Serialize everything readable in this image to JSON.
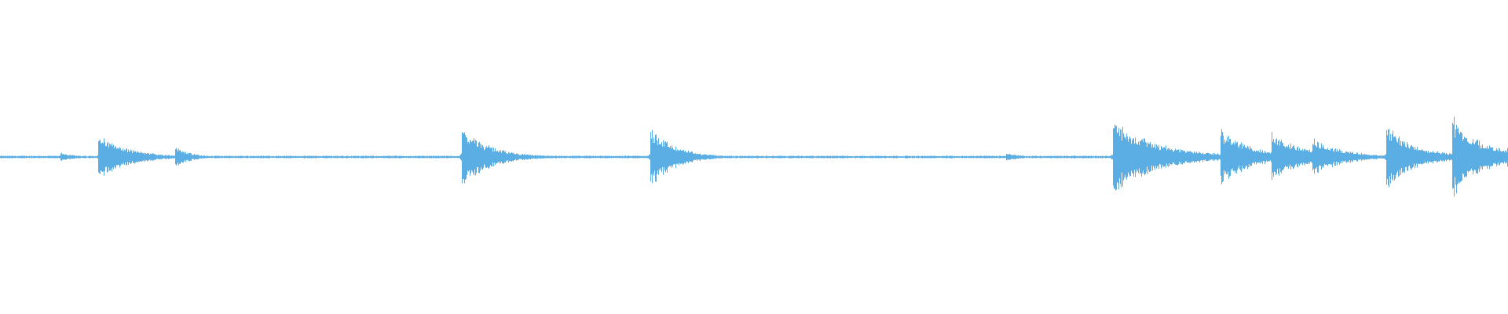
{
  "colors": {
    "background": "#ffffff",
    "waveform": "#5aaee3"
  },
  "chart_data": {
    "type": "area",
    "chart_kind": "audio-waveform",
    "title": "",
    "xlabel": "",
    "ylabel": "",
    "axes_visible": false,
    "grid": false,
    "legend": "none",
    "x_range": [
      0,
      1
    ],
    "ylim": [
      -1,
      1
    ],
    "baseline_amplitude": 0.012,
    "series": [
      {
        "transients": [
          {
            "t": 0.04,
            "peak": 0.04,
            "decay": 0.01
          },
          {
            "t": 0.065,
            "peak": 0.2,
            "decay": 0.02
          },
          {
            "t": 0.116,
            "peak": 0.1,
            "decay": 0.01
          },
          {
            "t": 0.306,
            "peak": 0.28,
            "decay": 0.018
          },
          {
            "t": 0.431,
            "peak": 0.28,
            "decay": 0.016
          },
          {
            "t": 0.667,
            "peak": 0.04,
            "decay": 0.01
          },
          {
            "t": 0.738,
            "peak": 0.33,
            "decay": 0.03
          },
          {
            "t": 0.809,
            "peak": 0.27,
            "decay": 0.02
          },
          {
            "t": 0.843,
            "peak": 0.23,
            "decay": 0.02
          },
          {
            "t": 0.87,
            "peak": 0.18,
            "decay": 0.02
          },
          {
            "t": 0.919,
            "peak": 0.29,
            "decay": 0.02
          },
          {
            "t": 0.963,
            "peak": 0.37,
            "decay": 0.02
          },
          {
            "t": 0.999,
            "peak": 0.12,
            "decay": 0.005
          }
        ]
      }
    ]
  }
}
